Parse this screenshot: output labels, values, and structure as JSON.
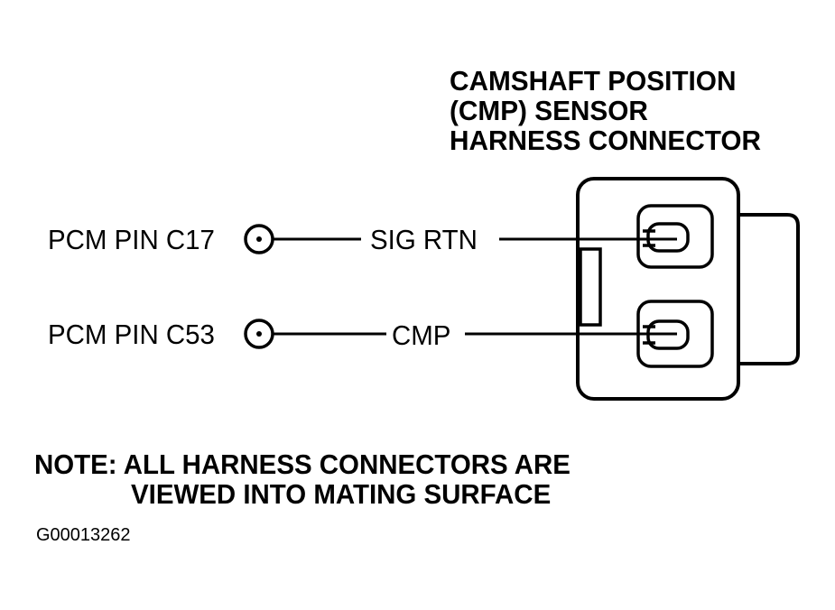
{
  "title": {
    "line1": "CAMSHAFT POSITION",
    "line2": "(CMP) SENSOR",
    "line3": "HARNESS CONNECTOR"
  },
  "pins": [
    {
      "pcm_label": "PCM PIN C17",
      "wire_label": "SIG RTN"
    },
    {
      "pcm_label": "PCM PIN C53",
      "wire_label": "CMP"
    }
  ],
  "note": {
    "line1": "NOTE: ALL HARNESS CONNECTORS ARE",
    "line2": "VIEWED INTO MATING SURFACE"
  },
  "figure_id": "G00013262",
  "colors": {
    "ink": "#000000",
    "background": "#ffffff"
  }
}
